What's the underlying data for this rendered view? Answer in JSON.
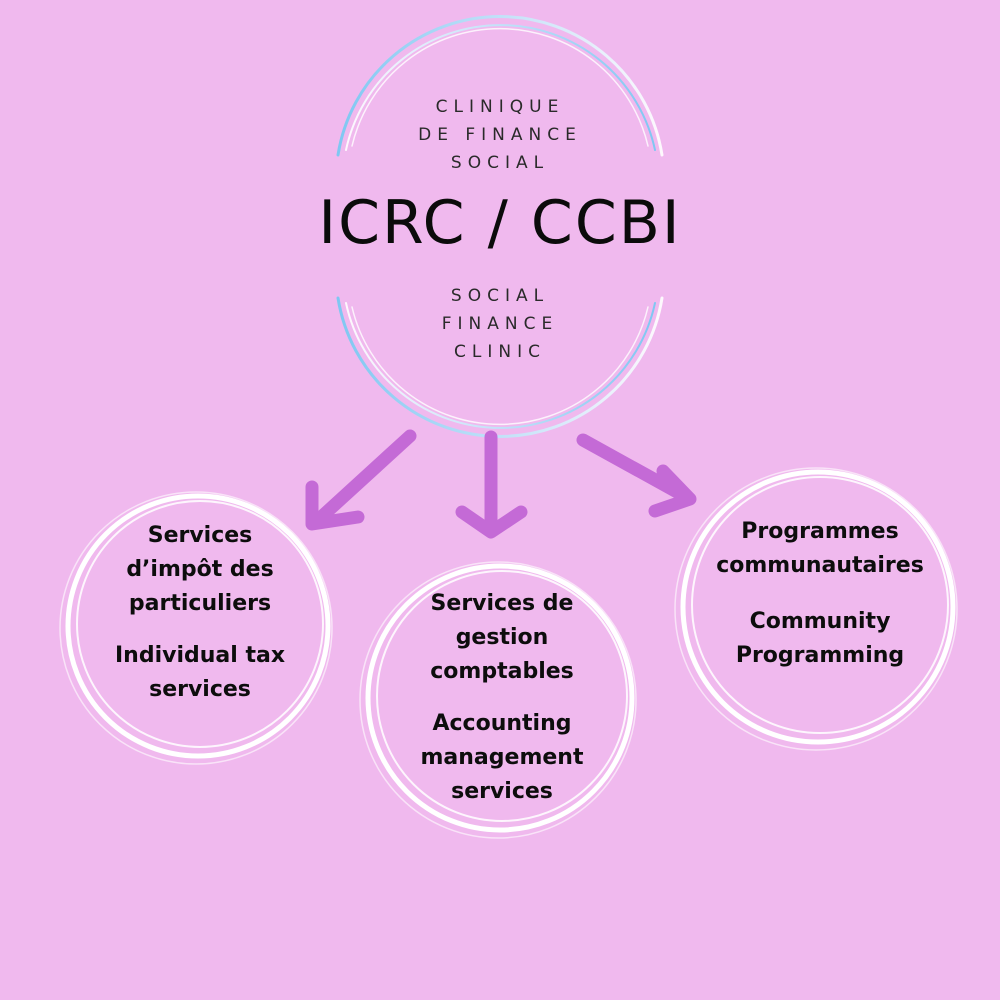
{
  "header": {
    "top_lines": [
      "CLINIQUE",
      "DE FINANCE",
      "SOCIAL"
    ],
    "title": "ICRC / CCBI",
    "bottom_lines": [
      "SOCIAL",
      "FINANCE",
      "CLINIC"
    ]
  },
  "services": [
    {
      "fr": [
        "Services",
        "d’impôt des",
        "particuliers"
      ],
      "en": [
        "Individual tax",
        "services"
      ]
    },
    {
      "fr": [
        "Services de",
        "gestion",
        "comptables"
      ],
      "en": [
        "Accounting",
        "management",
        "services"
      ]
    },
    {
      "fr": [
        "Programmes",
        "communautaires"
      ],
      "en": [
        "Community",
        "Programming"
      ]
    }
  ],
  "colors": {
    "background": "#f0b9ee",
    "arrow": "#c46ad6",
    "ring": "#ffffff",
    "ring_accent": "#7fc7f2"
  }
}
